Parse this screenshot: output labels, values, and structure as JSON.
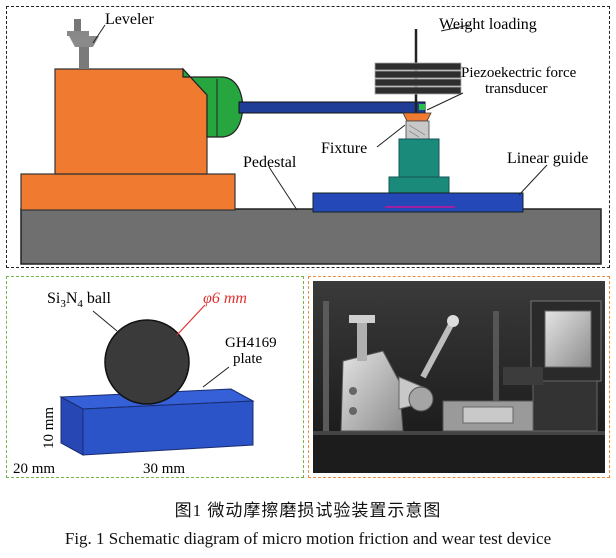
{
  "top_schematic": {
    "labels": {
      "leveler": "Leveler",
      "weight_loading": "Weight loading",
      "force_transducer_line1": "Piezoekectric force",
      "force_transducer_line2": "transducer",
      "fixture": "Fixture",
      "pedestal": "Pedestal",
      "linear_guide": "Linear guide"
    },
    "colors": {
      "pedestal": "#6f6f6f",
      "base_block": "#f07a30",
      "arm_green": "#27a53f",
      "arm_blue": "#1f3c96",
      "linear_guide": "#2548b8",
      "fixture_teal": "#1a8a7a",
      "weights": "#2e2e2e"
    }
  },
  "specimen_panel": {
    "ball_label_prefix": "Si",
    "ball_label_sub1": "3",
    "ball_label_mid": "N",
    "ball_label_sub2": "4",
    "ball_label_suffix": " ball",
    "diameter_label": "φ6 mm",
    "plate_label_line1": "GH4169",
    "plate_label_line2": "plate",
    "dim_height": "10 mm",
    "dim_depth": "20 mm",
    "dim_length": "30 mm"
  },
  "caption": {
    "chinese": "图1    微动摩擦磨损试验装置示意图",
    "english": "Fig. 1  Schematic diagram of micro motion friction and wear test device"
  }
}
